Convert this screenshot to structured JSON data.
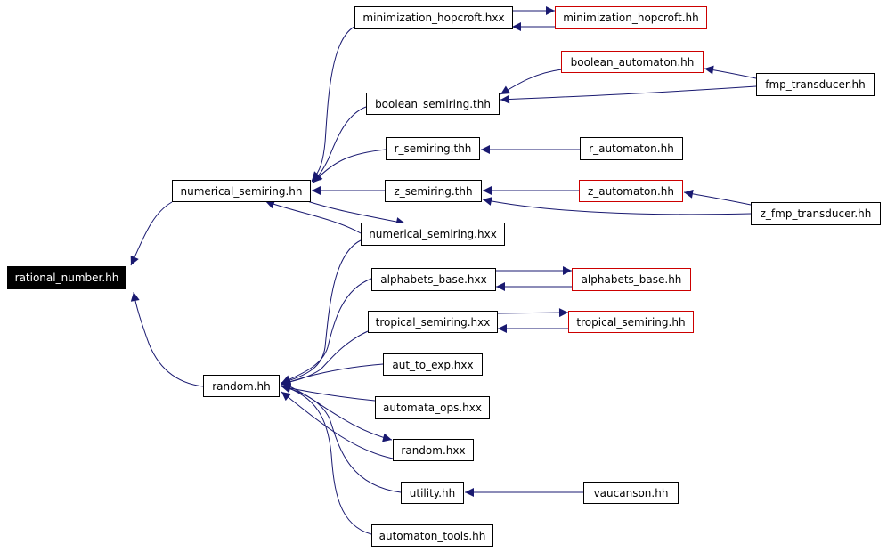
{
  "colors": {
    "edge": "#191970",
    "border_default": "#000000",
    "border_external": "#cc0000",
    "root_fill": "#000000",
    "root_text": "#ffffff"
  },
  "nodes": {
    "rational_number_hh": "rational_number.hh",
    "numerical_semiring_hh": "numerical_semiring.hh",
    "random_hh": "random.hh",
    "minimization_hopcroft_hxx": "minimization_hopcroft.hxx",
    "minimization_hopcroft_hh": "minimization_hopcroft.hh",
    "boolean_automaton_hh": "boolean_automaton.hh",
    "fmp_transducer_hh": "fmp_transducer.hh",
    "boolean_semiring_thh": "boolean_semiring.thh",
    "r_semiring_thh": "r_semiring.thh",
    "r_automaton_hh": "r_automaton.hh",
    "z_semiring_thh": "z_semiring.thh",
    "z_automaton_hh": "z_automaton.hh",
    "z_fmp_transducer_hh": "z_fmp_transducer.hh",
    "numerical_semiring_hxx": "numerical_semiring.hxx",
    "alphabets_base_hxx": "alphabets_base.hxx",
    "alphabets_base_hh": "alphabets_base.hh",
    "tropical_semiring_hxx": "tropical_semiring.hxx",
    "tropical_semiring_hh": "tropical_semiring.hh",
    "aut_to_exp_hxx": "aut_to_exp.hxx",
    "automata_ops_hxx": "automata_ops.hxx",
    "random_hxx": "random.hxx",
    "utility_hh": "utility.hh",
    "vaucanson_hh": "vaucanson.hh",
    "automaton_tools_hh": "automaton_tools.hh"
  }
}
